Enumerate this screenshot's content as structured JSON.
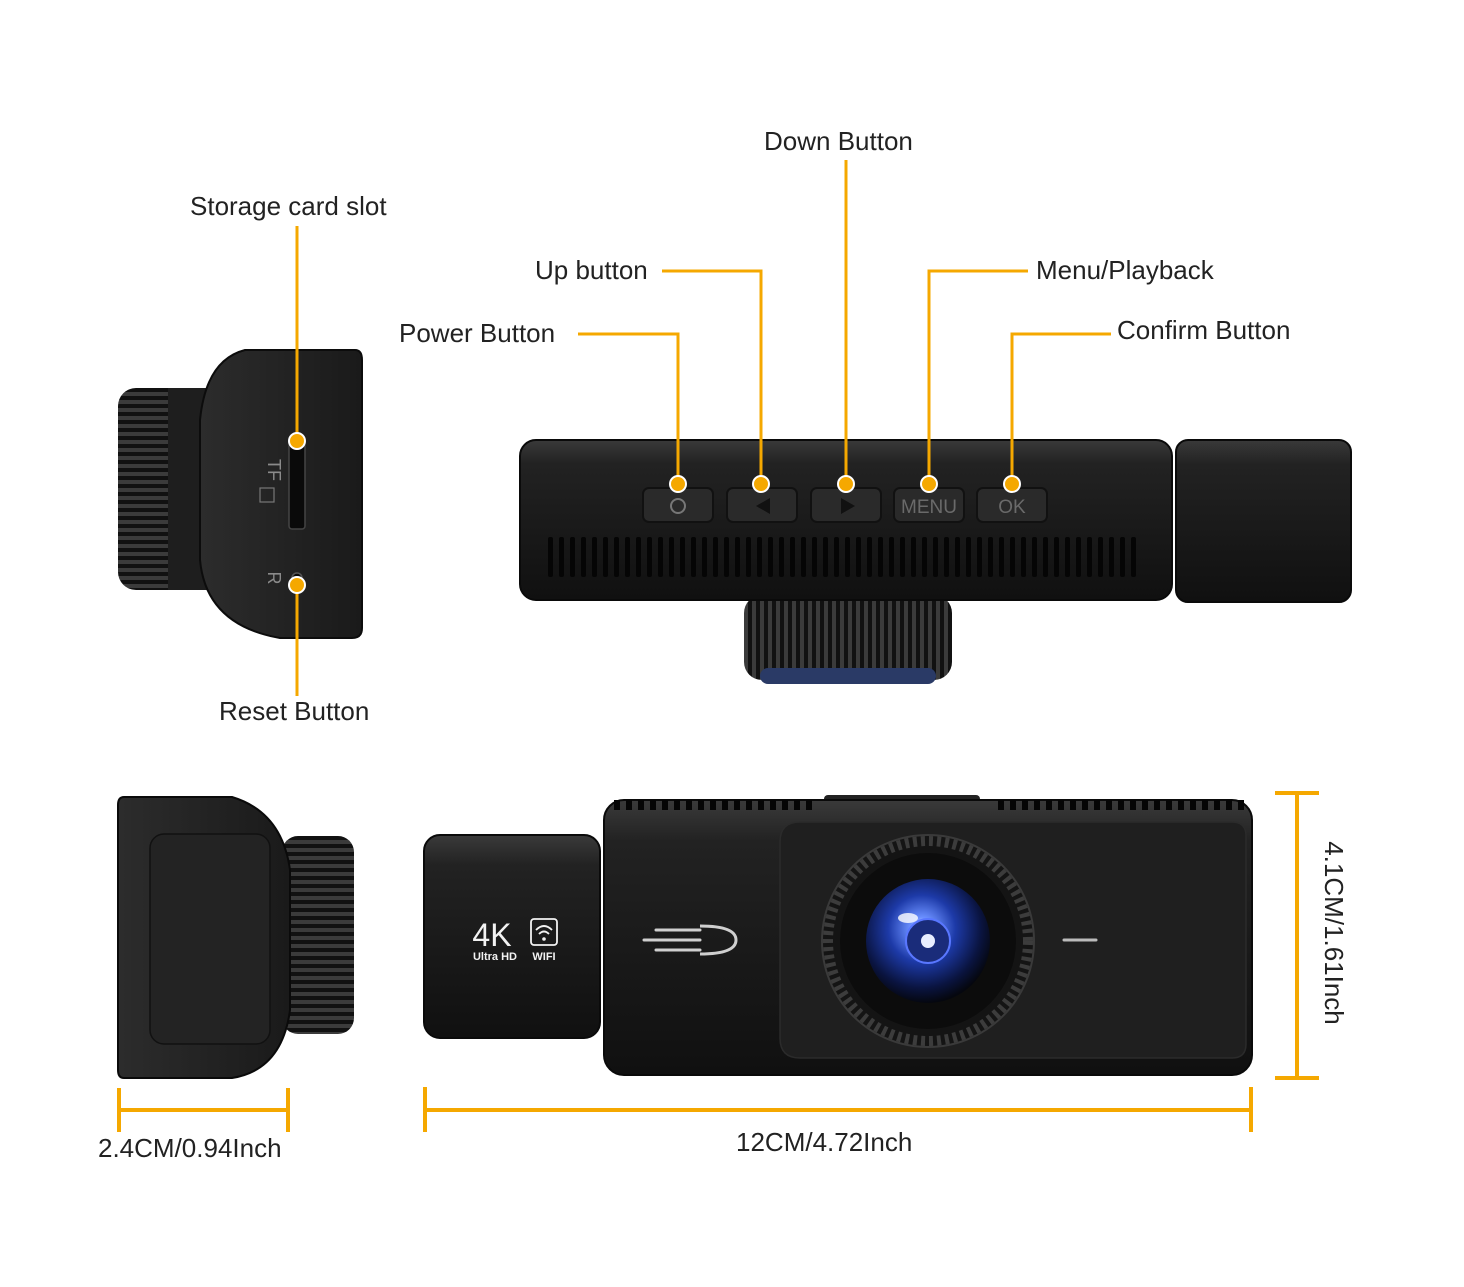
{
  "callouts": {
    "storage_card_slot": "Storage card slot",
    "reset_button": "Reset Button",
    "power_button": "Power Button",
    "up_button": "Up button",
    "down_button": "Down Button",
    "menu_playback": "Menu/Playback",
    "confirm_button": "Confirm Button"
  },
  "device_buttons": {
    "menu": "MENU",
    "ok": "OK"
  },
  "side_markings": {
    "tf": "TF",
    "reset": "R"
  },
  "badge": {
    "resolution": "4K",
    "ultra_hd": "Ultra HD",
    "wifi": "WIFI"
  },
  "dimensions": {
    "width": "2.4CM/0.94Inch",
    "length": "12CM/4.72Inch",
    "height": "4.1CM/1.61Inch"
  },
  "colors": {
    "accent": "#F5A800",
    "device_body": "#1b1b1b",
    "label_text": "#222222"
  }
}
